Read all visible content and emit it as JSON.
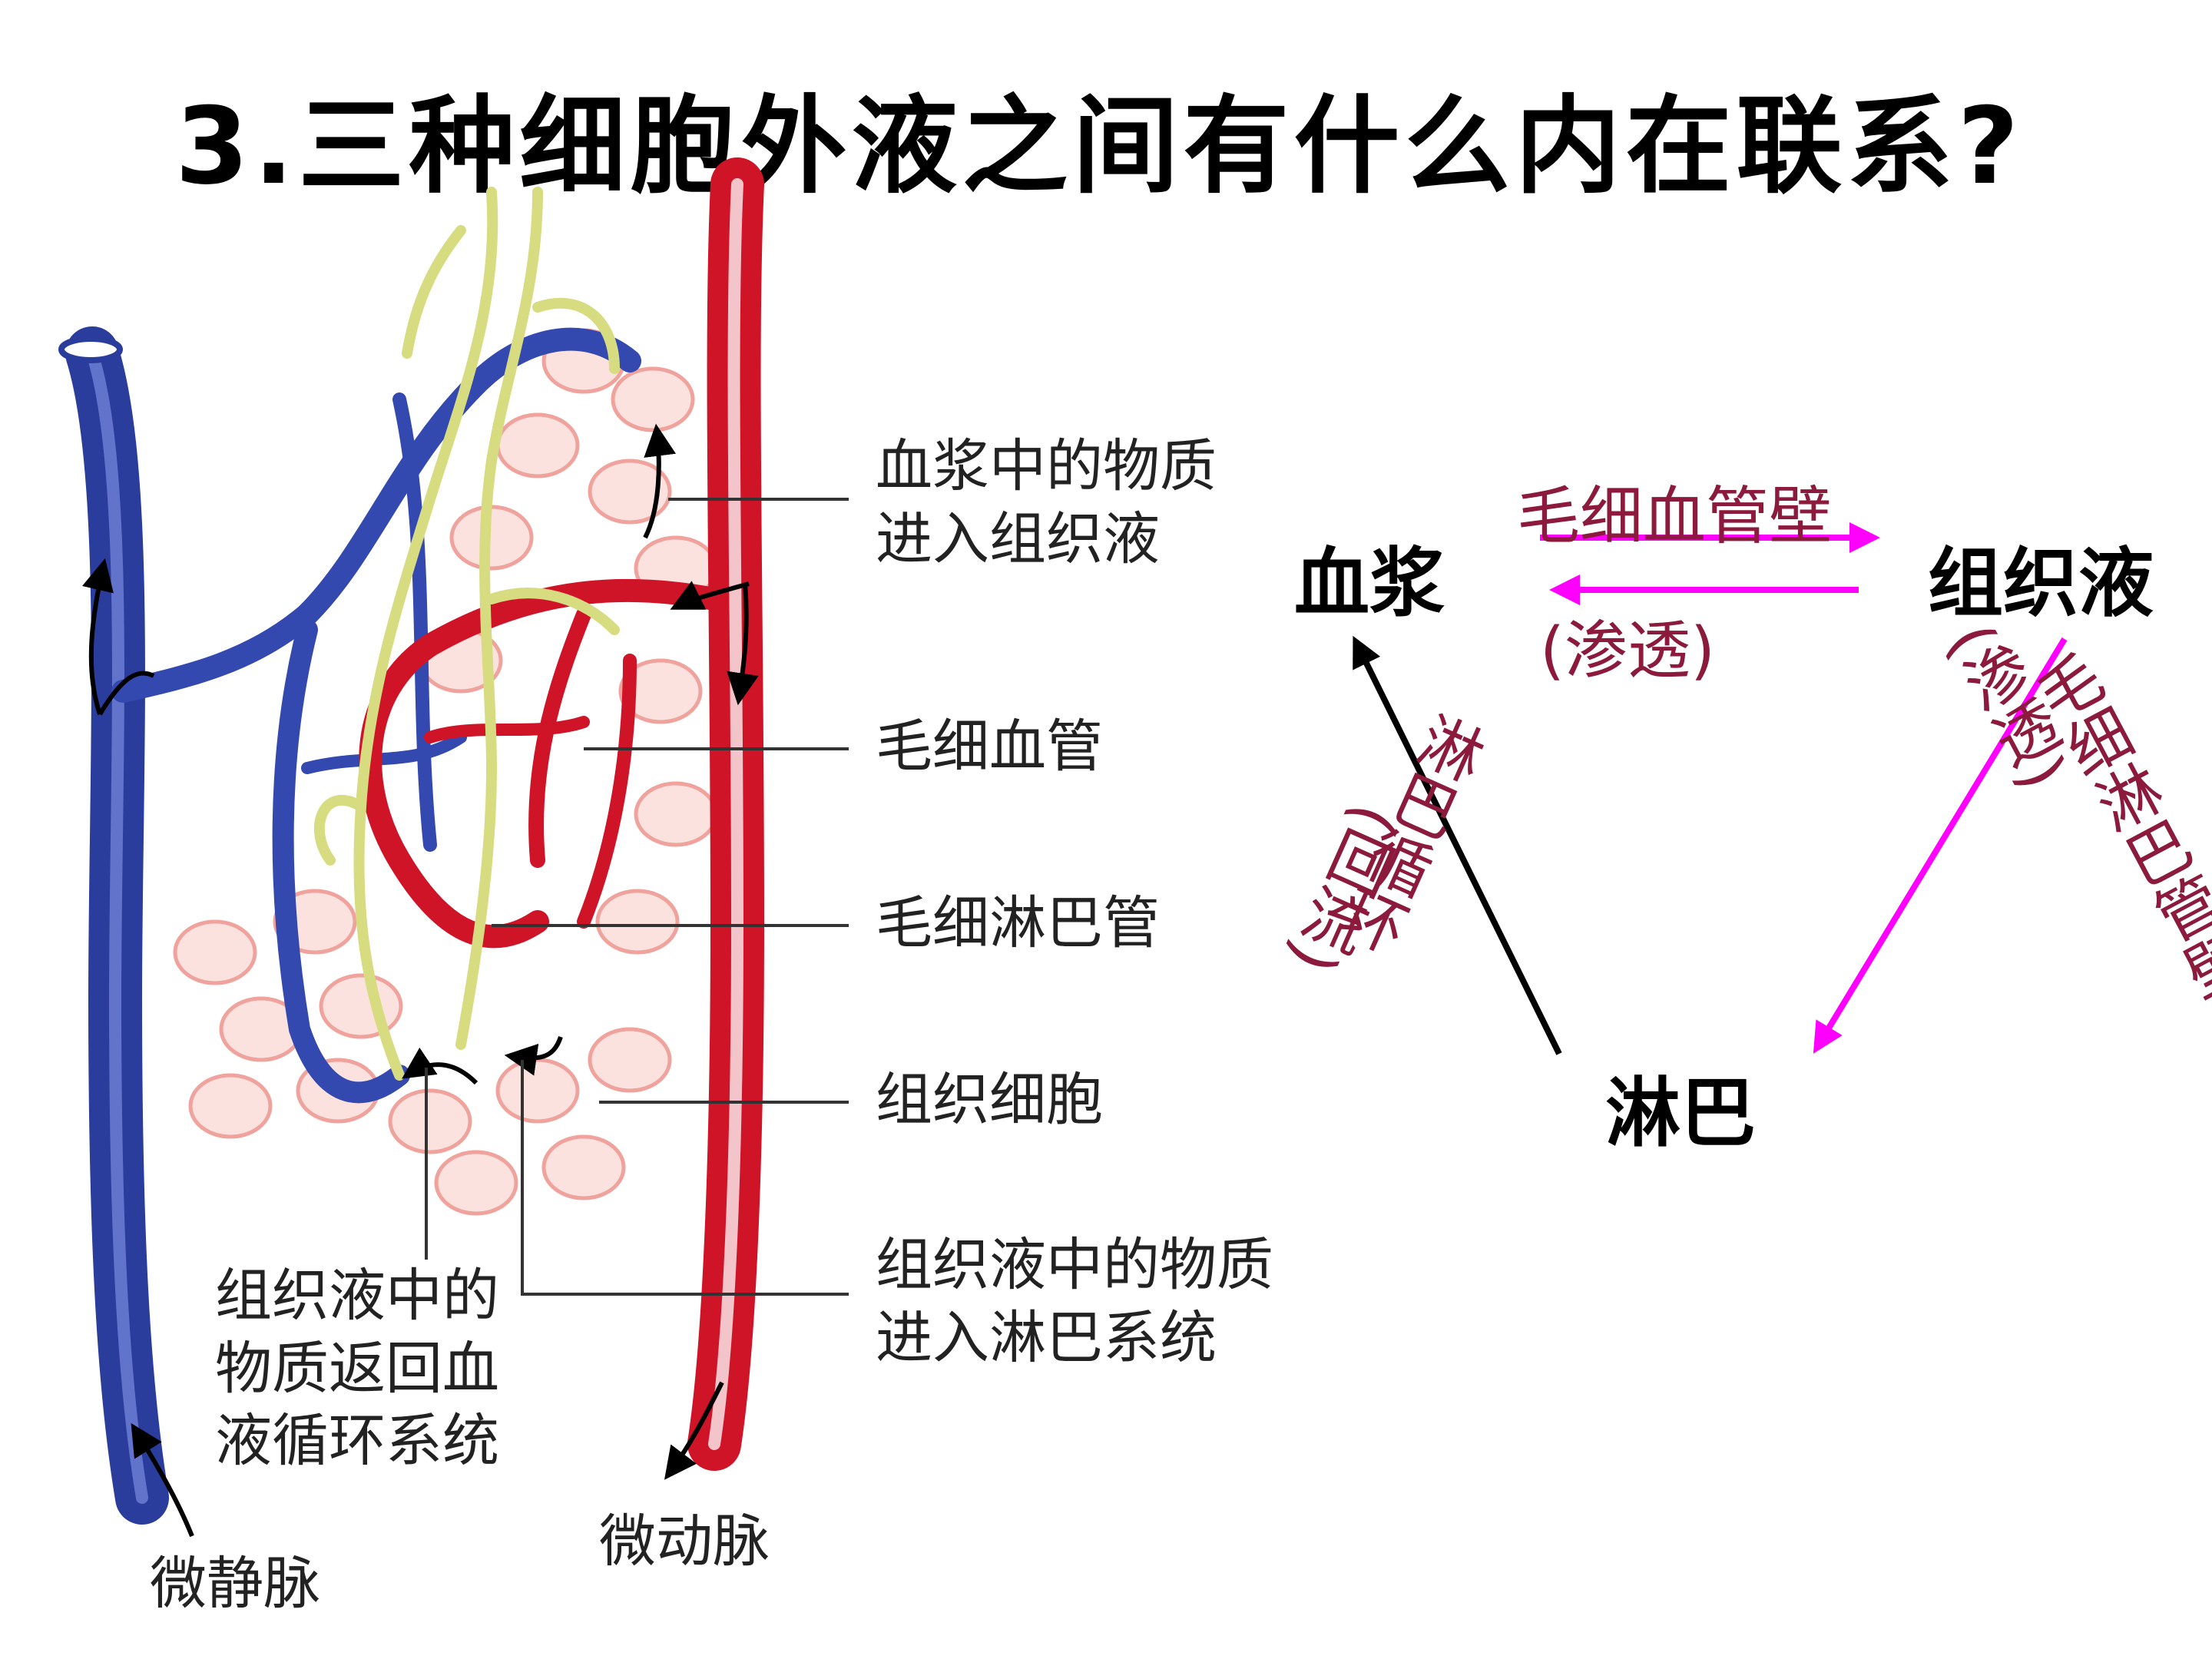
{
  "title": "3.三种细胞外液之间有什么内在联系?",
  "illustration": {
    "labels": {
      "plasma_to_tissue_1": "血浆中的物质",
      "plasma_to_tissue_2": "进入组织液",
      "capillary": "毛细血管",
      "lymph_capillary": "毛细淋巴管",
      "tissue_cell": "组织细胞",
      "tissue_to_lymph_1": "组织液中的物质",
      "tissue_to_lymph_2": "进入淋巴系统",
      "tissue_to_blood_1": "组织液中的",
      "tissue_to_blood_2": "物质返回血",
      "tissue_to_blood_3": "液循环系统",
      "venule": "微静脉",
      "arteriole": "微动脉"
    },
    "colors": {
      "vein": "#2a3d9c",
      "artery": "#d01428",
      "lymph": "#d8dc80",
      "cells": "#f2b4b0"
    }
  },
  "relationship": {
    "nodes": {
      "plasma": "血浆",
      "tissue_fluid": "组织液",
      "lymph": "淋巴"
    },
    "edges": {
      "plasma_tissue_top": "毛细血管壁",
      "plasma_tissue_bottom": "(渗透)",
      "tissue_lymph_outer": "毛细淋巴管壁",
      "tissue_lymph_inner": "(渗透)",
      "lymph_plasma_outer": "淋巴循环",
      "lymph_plasma_inner": "(回流)"
    },
    "colors": {
      "arrow_magenta": "#ff00ff",
      "arrow_black": "#000000",
      "edge_text": "#8b1a3c"
    }
  }
}
